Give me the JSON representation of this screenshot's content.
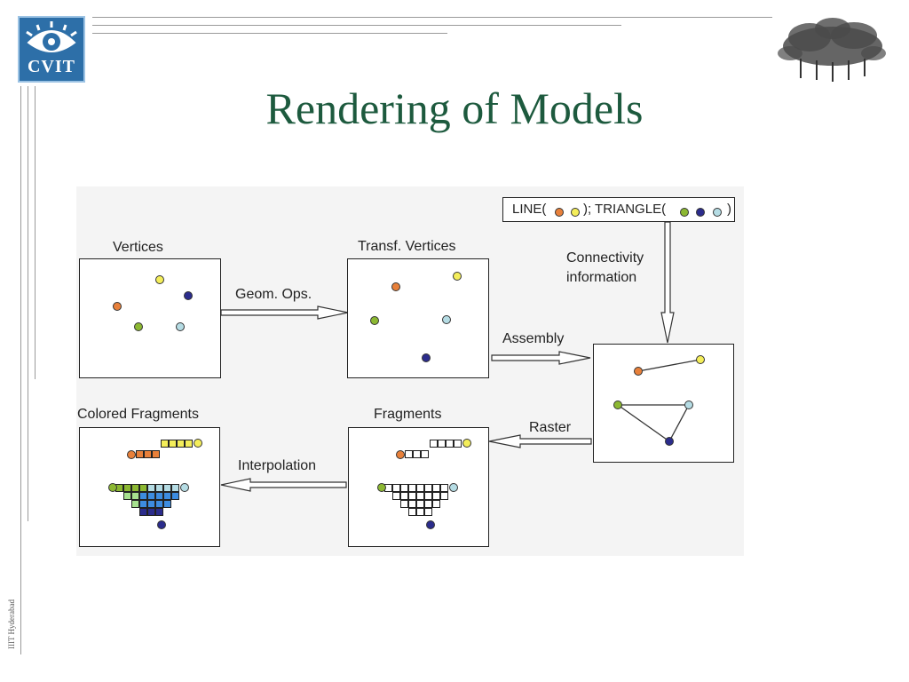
{
  "header": {
    "logo_text": "CVIT",
    "title": "Rendering of Models",
    "side_label": "IIIT Hyderabad"
  },
  "diagram": {
    "boxes": {
      "vertices": "Vertices",
      "transf_vertices": "Transf. Vertices",
      "colored_fragments": "Colored Fragments",
      "fragments": "Fragments"
    },
    "arrows": {
      "geom_ops": "Geom. Ops.",
      "assembly": "Assembly",
      "raster": "Raster",
      "interpolation": "Interpolation",
      "connectivity_line1": "Connectivity",
      "connectivity_line2": "information"
    },
    "formula": {
      "line_part": "LINE(",
      "triangle_part": "); TRIANGLE(",
      "close_part": ")"
    },
    "colors": {
      "orange": "#e8803a",
      "yellow": "#f4ee5a",
      "navy": "#2b2c8c",
      "green": "#8cb832",
      "lightblue": "#b5dce4",
      "blue": "#3d8ce0",
      "lightgreen": "#a6e08e"
    }
  }
}
